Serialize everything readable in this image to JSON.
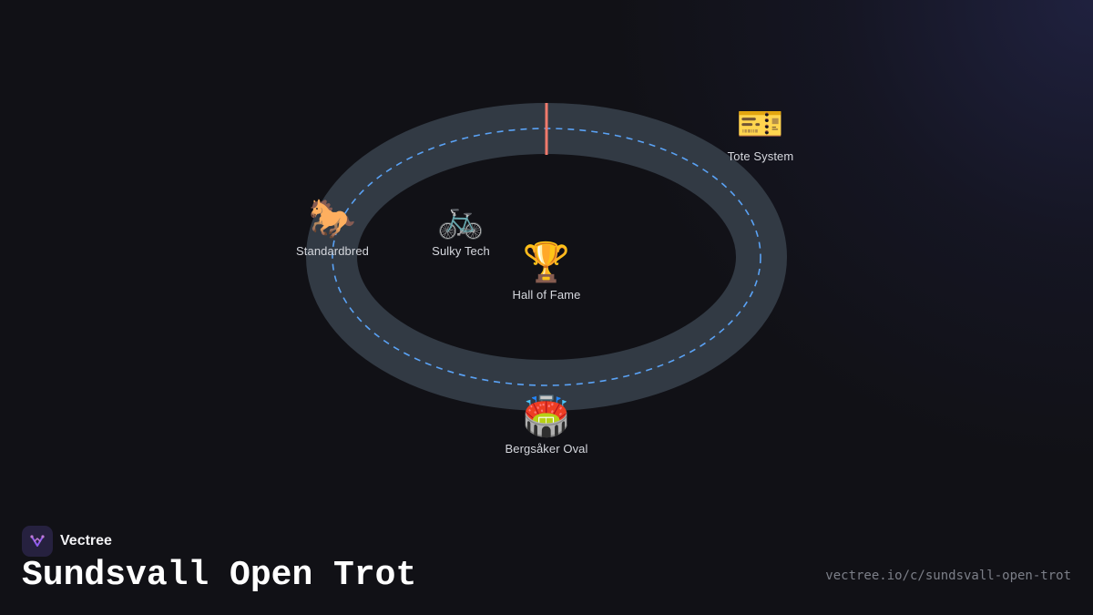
{
  "diagram": {
    "colors": {
      "background": "#111116",
      "track": "#323a44",
      "lane_dash": "#5aa2f5",
      "finish_line": "#f07a6c",
      "label": "#d6d8de"
    },
    "nodes": [
      {
        "icon": "ticket-icon",
        "emoji": "🎫",
        "label": "Tote System"
      },
      {
        "icon": "horse-icon",
        "emoji": "🐎",
        "label": "Standardbred"
      },
      {
        "icon": "bicycle-icon",
        "emoji": "🚲",
        "label": "Sulky Tech"
      },
      {
        "icon": "trophy-icon",
        "emoji": "🏆",
        "label": "Hall of Fame"
      },
      {
        "icon": "stadium-icon",
        "emoji": "🏟️",
        "label": "Bergsåker Oval"
      }
    ]
  },
  "footer": {
    "brand": "Vectree",
    "title": "Sundsvall Open Trot",
    "url": "vectree.io/c/sundsvall-open-trot"
  }
}
